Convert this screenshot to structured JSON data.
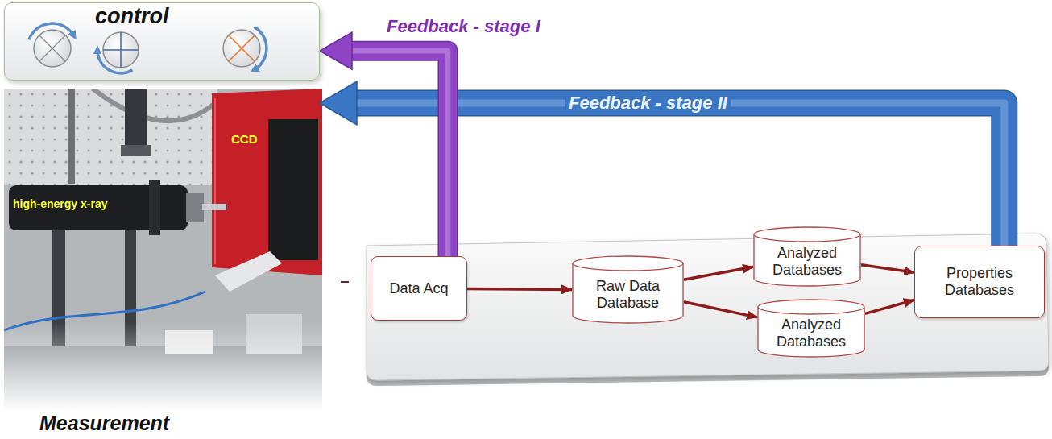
{
  "diagram": {
    "nodes": [
      {
        "text": [
          "control"
        ]
      },
      {
        "text": [
          "Measurement"
        ]
      },
      {
        "text": [
          "Data Acq"
        ]
      },
      {
        "text": [
          "Raw Data Database"
        ]
      },
      {
        "text": [
          "Analyzed Databases"
        ]
      },
      {
        "text": [
          "Analyzed Databases"
        ]
      },
      {
        "text": [
          "Properties Databases"
        ]
      }
    ],
    "edges": [
      {
        "from": 2,
        "to": 3,
        "arrow": "to"
      },
      {
        "from": 3,
        "to": 4,
        "arrow": "to"
      },
      {
        "from": 3,
        "to": 5,
        "arrow": "to"
      },
      {
        "from": 4,
        "to": 6,
        "arrow": "to"
      },
      {
        "from": 5,
        "to": 6,
        "arrow": "to"
      },
      {
        "from": 2,
        "to": 0,
        "label": "Feedback - stage I",
        "arrow": "to"
      },
      {
        "from": 6,
        "to": 0,
        "label": "Feedback - stage II",
        "arrow": "to"
      }
    ],
    "labels": [
      "CCD",
      "high-energy x-ray"
    ]
  }
}
